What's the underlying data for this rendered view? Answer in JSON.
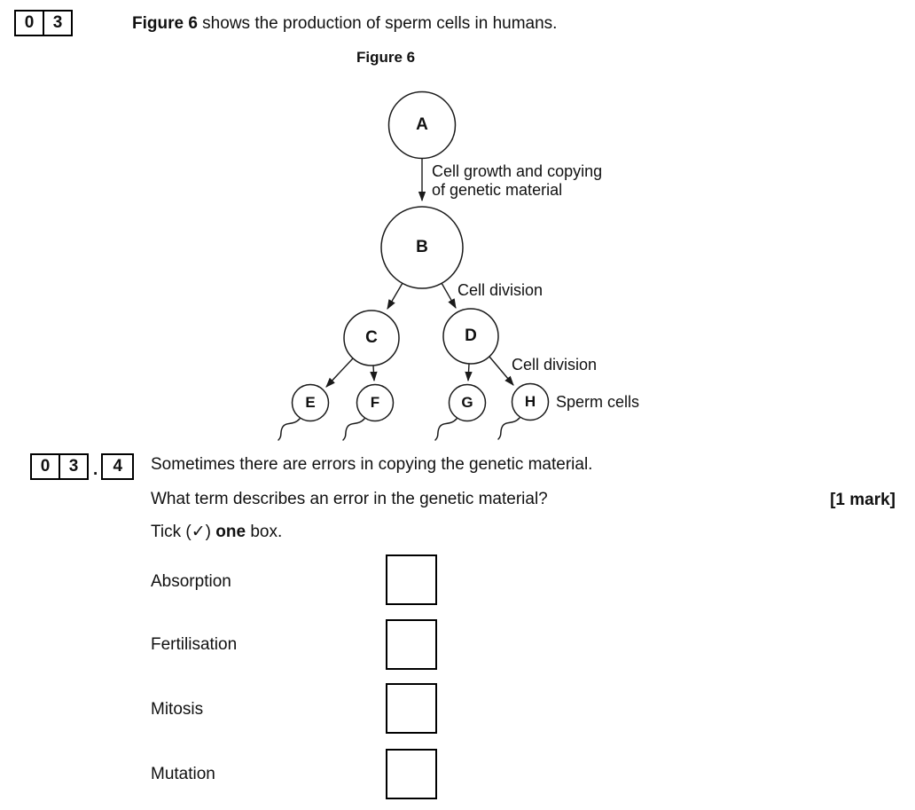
{
  "q3": {
    "cells": [
      "0",
      "3"
    ],
    "intro_bold": "Figure 6",
    "intro_rest": " shows the production of sperm cells in humans."
  },
  "figure": {
    "title": "Figure 6",
    "nodes": [
      {
        "label": "A"
      },
      {
        "label": "B"
      },
      {
        "label": "C"
      },
      {
        "label": "D"
      },
      {
        "label": "E"
      },
      {
        "label": "F"
      },
      {
        "label": "G"
      },
      {
        "label": "H"
      }
    ],
    "annotations": {
      "growth": "Cell growth and copying\nof genetic material",
      "division_b": "Cell division",
      "division_d": "Cell division",
      "sperm": "Sperm cells"
    }
  },
  "q34": {
    "cells": [
      "0",
      "3"
    ],
    "separator": ".",
    "subcell": "4",
    "statement": "Sometimes there are errors in copying the genetic material.",
    "question": "What term describes an error in the genetic material?",
    "marks": "[1 mark]",
    "tick": {
      "prefix": "Tick (",
      "glyph": "✓",
      "close": ") ",
      "bold": "one",
      "suffix": " box."
    },
    "options": [
      {
        "label": "Absorption",
        "checked": false
      },
      {
        "label": "Fertilisation",
        "checked": false
      },
      {
        "label": "Mitosis",
        "checked": false
      },
      {
        "label": "Mutation",
        "checked": false
      }
    ]
  },
  "colors": {
    "ink": "#111111",
    "line": "#1a1a1a",
    "background": "#ffffff"
  }
}
